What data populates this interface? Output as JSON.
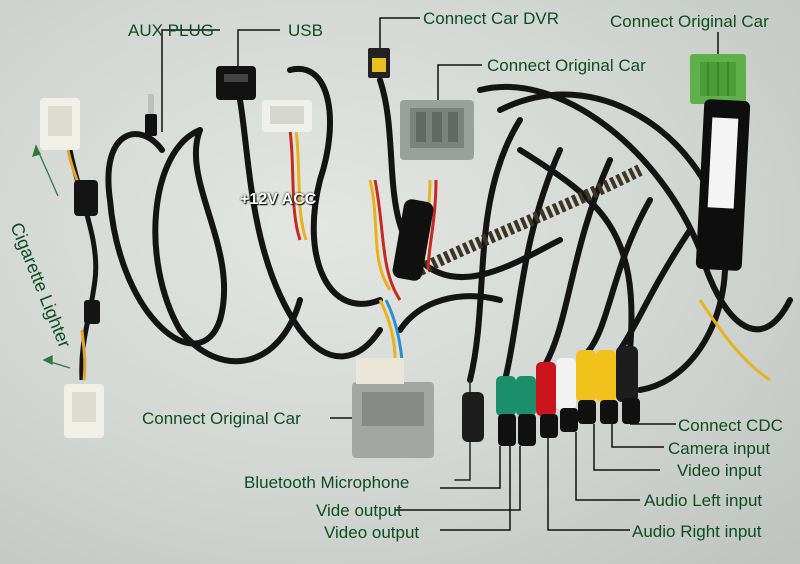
{
  "labels": {
    "aux_plug": "AUX PLUG",
    "usb": "USB",
    "connect_car_dvr": "Connect Car DVR",
    "connect_original_car_top_right": "Connect Original Car",
    "connect_original_car_mid": "Connect Original Car",
    "acc": "+12V ACC",
    "cigarette_lighter": "Cigarette Lighter",
    "connect_original_car_bottom": "Connect Original Car",
    "bluetooth_microphone": "Bluetooth Microphone",
    "vide_output": "Vide output",
    "video_output": "Video output",
    "connect_cdc": "Connect CDC",
    "camera_input": "Camera input",
    "video_input": "Video input",
    "audio_left_input": "Audio Left input",
    "audio_right_input": "Audio Right input"
  },
  "colors": {
    "label_text": "#0c4d20",
    "label_dark": "#111111",
    "cable": "#141414",
    "connector_green": "#5fb04a",
    "connector_grey": "#9aa09c",
    "rca_yellow": "#f1c21b",
    "rca_red": "#c9151b",
    "rca_white": "#f2f2f2",
    "rca_green": "#1b8f6a"
  }
}
